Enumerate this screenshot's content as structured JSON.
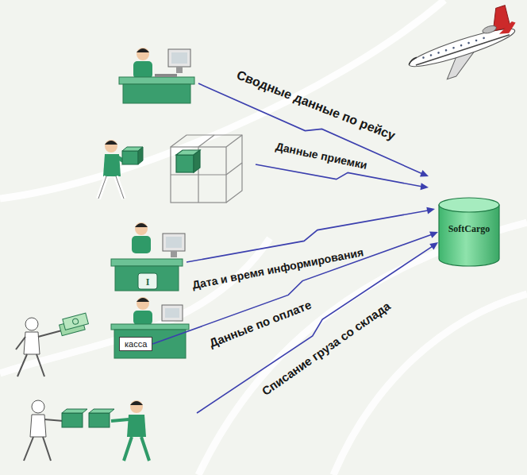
{
  "diagram": {
    "nodes": [
      {
        "text": [
          "SoftCargo"
        ]
      },
      {
        "text": [
          "касса"
        ]
      }
    ],
    "edges": [
      {
        "from": 1,
        "to": 0,
        "arrow": "to",
        "label": "Данные по оплате"
      }
    ],
    "labels": [
      "Сводные данные по рейсу",
      "Данные приемки",
      "I",
      "Дата и время информирования",
      "Списание груза со склада"
    ]
  }
}
